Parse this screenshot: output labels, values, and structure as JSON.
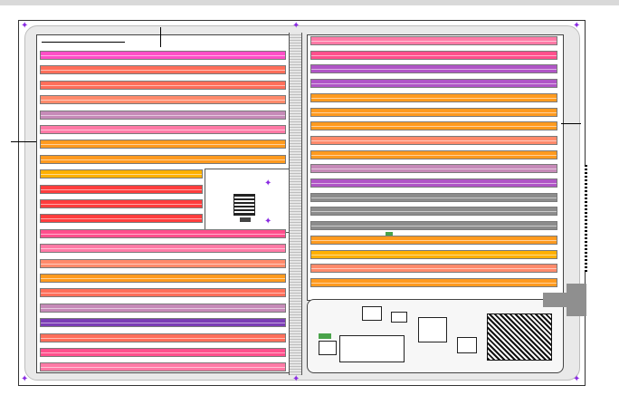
{
  "drawing": {
    "colors": {
      "rose": "#ff4f8c",
      "coral": "#ff6e5a",
      "orange": "#ff9a1f",
      "amber": "#ffb000",
      "pink": "#ff7aa6",
      "red": "#ff3d3d",
      "mauve": "#c68ab8",
      "violet": "#b055c6",
      "indigo": "#7b3db5",
      "purple": "#8a44c1",
      "grey": "#8c8c8c",
      "magenta": "#ff4ec7",
      "salmon": "#ff8a6b"
    },
    "left_rows": [
      "magenta",
      "coral",
      "coral",
      "salmon",
      "mauve",
      "pink",
      "orange",
      "orange",
      "amber",
      "red",
      "red",
      "red",
      "rose",
      "pink",
      "salmon",
      "orange",
      "coral",
      "mauve",
      "indigo",
      "coral",
      "rose",
      "pink"
    ],
    "right_rows": [
      "pink",
      "rose",
      "violet",
      "violet",
      "orange",
      "orange",
      "orange",
      "salmon",
      "orange",
      "mauve",
      "violet",
      "grey",
      "grey",
      "grey",
      "orange",
      "amber",
      "salmon",
      "orange"
    ]
  }
}
